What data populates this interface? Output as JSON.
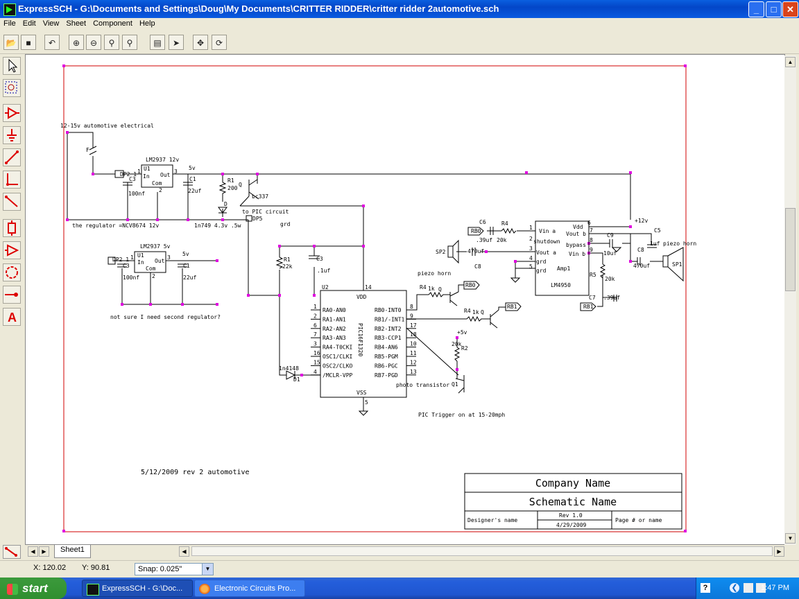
{
  "window": {
    "title": "ExpressSCH - G:\\Documents and Settings\\Doug\\My Documents\\CRITTER RIDDER\\critter ridder 2automotive.sch",
    "buttons": {
      "minimize": "_",
      "maximize": "□",
      "close": "✕"
    }
  },
  "menu": {
    "items": [
      "File",
      "Edit",
      "View",
      "Sheet",
      "Component",
      "Help"
    ]
  },
  "toolbar": {
    "icons": [
      "open-icon",
      "save-icon",
      "undo-icon",
      "zoom-in-icon",
      "zoom-out-icon",
      "zoom-area-icon",
      "zoom-fit-icon",
      "properties-icon",
      "export-icon",
      "move-icon",
      "rotate-icon"
    ]
  },
  "tools": [
    "select-arrow",
    "zoom-window",
    "component",
    "ground",
    "wire",
    "bus",
    "line",
    "part",
    "amp",
    "circle",
    "pin",
    "text"
  ],
  "schematic": {
    "header_label": "12-15v automotive electrical",
    "regulator1": {
      "name": "LM2937 12v",
      "ref": "U1",
      "in": "In",
      "out": "Out",
      "com": "Com",
      "pin1": "1",
      "pin2": "2",
      "pin3": "3"
    },
    "dp2_1": "DP2 1",
    "c3_1": {
      "ref": "C3",
      "val": "100nf"
    },
    "c1_1": {
      "ref": "C1",
      "val": "22uf"
    },
    "v5": "5v",
    "r1_1": {
      "ref": "R1",
      "val": "200"
    },
    "d_ref": "D",
    "q_bc337": "bc337",
    "to_pic": "to PIC circuit",
    "dp5": "DP5",
    "grd": "grd",
    "zener": "1n749 4.3v .5w",
    "regulator_note": "the regulator =NCV8674 12v",
    "regulator2": {
      "name": "LM2937 5v",
      "ref": "U1",
      "in": "In",
      "out": "Out",
      "com": "Com",
      "pin1": "1",
      "pin2": "2",
      "pin3": "3"
    },
    "dp2_2": "DP2 1",
    "c3_2": {
      "ref": "C3",
      "val": "100nf"
    },
    "c1_2": {
      "ref": "C1",
      "val": "22uf"
    },
    "v5b": "5v",
    "note2": "not sure I need second regulator?",
    "r1_2": {
      "ref": "R1",
      "val": "22k"
    },
    "c3_3": {
      "ref": "C3",
      "val": ".1uf"
    },
    "pic": {
      "ref": "U2",
      "name": "PIC16F1320",
      "vdd": "VDD",
      "vss": "VSS",
      "vdd_pin": "14",
      "vss_pin": "5",
      "left_pins": [
        [
          "1",
          "RA0-AN0"
        ],
        [
          "2",
          "RA1-AN1"
        ],
        [
          "6",
          "RA2-AN2"
        ],
        [
          "7",
          "RA3-AN3"
        ],
        [
          "3",
          "RA4-T0CKI"
        ],
        [
          "16",
          "OSC1/CLKI"
        ],
        [
          "15",
          "OSC2/CLKO"
        ],
        [
          "4",
          "/MCLR-VPP"
        ]
      ],
      "right_pins": [
        [
          "8",
          "RB0-INT0"
        ],
        [
          "9",
          "RB1/-INT1"
        ],
        [
          "17",
          "RB2-INT2"
        ],
        [
          "18",
          "RB3-CCP1"
        ],
        [
          "10",
          "RB4-AN6"
        ],
        [
          "11",
          "RB5-PGM"
        ],
        [
          "12",
          "RB6-PGC"
        ],
        [
          "13",
          "RB7-PGD"
        ]
      ]
    },
    "diode_1n4148": "1n4148",
    "d1": "D1",
    "r4_1": {
      "ref": "R4",
      "val": "1k",
      "q": "Q"
    },
    "r4_2": {
      "ref": "R4",
      "val": "1k",
      "q": "Q"
    },
    "rb0_tag": "RB0",
    "rb1_tag": "RB1",
    "plus5": "+5v",
    "r2": {
      "ref": "R2",
      "val": "20k"
    },
    "photo": "photo transistor",
    "q1": "Q1",
    "trigger": "PIC Trigger on at 15-20mph",
    "amp": {
      "name": "Amp1",
      "chip": "LM4950",
      "vin_a": "Vin a",
      "shutdown": "shutdown",
      "vout_a": "Vout a",
      "grd1": "grd",
      "grd2": "grd",
      "vdd": "Vdd",
      "vout_b": "Vout b",
      "bypass": "bypass",
      "vin_b": "Vin b",
      "left_pin_nums": [
        "1",
        "2",
        "3",
        "4",
        "5"
      ],
      "right_pin_nums": [
        "6",
        "7",
        "8",
        "9"
      ]
    },
    "rb0_in": "RB0",
    "c6": {
      "ref": "C6",
      "val": ".39uf"
    },
    "r4_3": {
      "ref": "R4",
      "val": "20k"
    },
    "sp2": "SP2",
    "c8_1": {
      "ref": "C8",
      "val": "470uf"
    },
    "piezo1": "piezo horn",
    "plus12": "+12v",
    "c5": {
      "ref": "C5",
      "val": "1uf"
    },
    "piezo2": "piezo horn",
    "c9": {
      "ref": "C9",
      "val": "10uf"
    },
    "c8_2": {
      "ref": "C8",
      "val": "470uf"
    },
    "sp1": "SP1",
    "r5": {
      "ref": "R5",
      "val": "20k"
    },
    "rb1_in": "RB1",
    "c7": {
      "ref": "C7",
      "val": ".39uf"
    },
    "date_note": "5/12/2009 rev 2 automotive",
    "titleblock": {
      "company": "Company Name",
      "schematic": "Schematic Name",
      "designer": "Designer's name",
      "rev": "Rev 1.0",
      "date": "4/29/2009",
      "page": "Page # or name"
    }
  },
  "sheet_tab": "Sheet1",
  "status": {
    "x": "X: 120.02",
    "y": "Y: 90.81",
    "snap": "Snap:  0.025\""
  },
  "taskbar": {
    "start": "start",
    "tasks": [
      "ExpressSCH - G:\\Doc...",
      "Electronic Circuits Pro..."
    ],
    "clock": "1:47 PM"
  },
  "colors": {
    "wire": "#000000",
    "junction": "#e000e0",
    "border": "#d00000",
    "titlebar": "#0346c8",
    "taskbar": "#245edb",
    "start": "#2f8f2f"
  }
}
